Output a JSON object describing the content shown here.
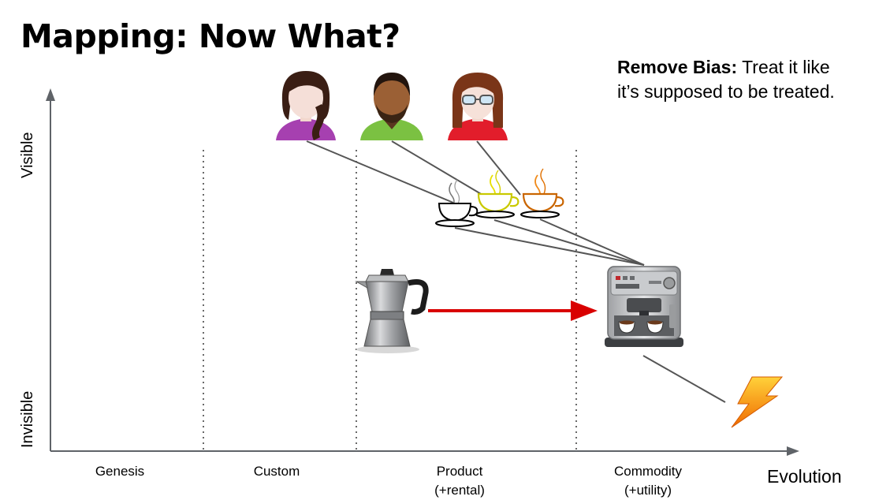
{
  "title": "Mapping: Now What?",
  "note": {
    "heading": "Remove Bias:",
    "text_line1": " Treat it like",
    "text_line2": "it’s supposed to be treated."
  },
  "axes": {
    "y_top_label": "Visible",
    "y_bottom_label": "Invisible",
    "x_label": "Evolution"
  },
  "stages": [
    {
      "line1": "Genesis",
      "line2": ""
    },
    {
      "line1": "Custom",
      "line2": ""
    },
    {
      "line1": "Product",
      "line2": "(+rental)"
    },
    {
      "line1": "Commodity",
      "line2": "(+utility)"
    }
  ],
  "icons": {
    "users": [
      "woman-braid-avatar-icon",
      "man-beard-avatar-icon",
      "woman-glasses-avatar-icon"
    ],
    "cups": [
      "coffee-cup-white-icon",
      "coffee-cup-yellow-icon",
      "coffee-cup-orange-icon"
    ],
    "stovetop": "moka-pot-icon",
    "machine": "espresso-machine-icon",
    "power": "lightning-bolt-icon"
  },
  "colors": {
    "arrow_red": "#d90000",
    "link_gray": "#555555",
    "axis_gray": "#5f6368"
  }
}
